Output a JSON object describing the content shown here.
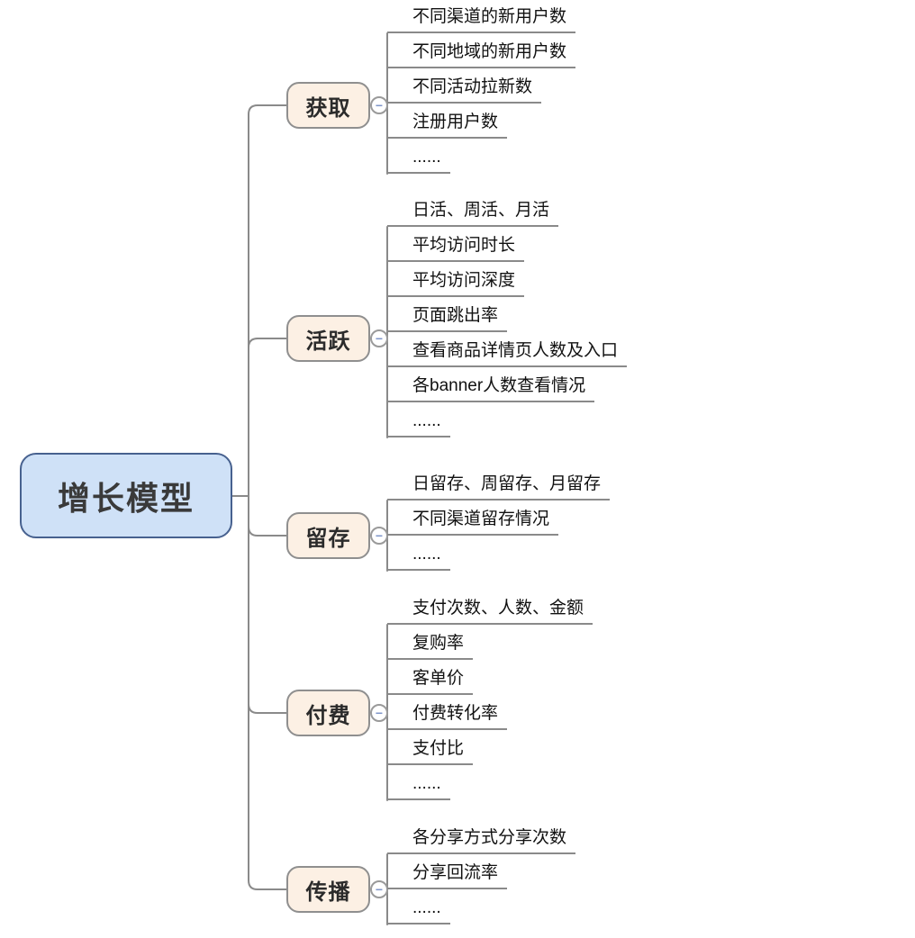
{
  "root": {
    "label": "增长模型"
  },
  "branches": [
    {
      "label": "获取",
      "children": [
        "不同渠道的新用户数",
        "不同地域的新用户数",
        "不同活动拉新数",
        "注册用户数",
        "......"
      ]
    },
    {
      "label": "活跃",
      "children": [
        "日活、周活、月活",
        "平均访问时长",
        "平均访问深度",
        "页面跳出率",
        "查看商品详情页人数及入口",
        "各banner人数查看情况",
        "......"
      ]
    },
    {
      "label": "留存",
      "children": [
        "日留存、周留存、月留存",
        "不同渠道留存情况",
        "......"
      ]
    },
    {
      "label": "付费",
      "children": [
        "支付次数、人数、金额",
        "复购率",
        "客单价",
        "付费转化率",
        "支付比",
        "......"
      ]
    },
    {
      "label": "传播",
      "children": [
        "各分享方式分享次数",
        "分享回流率",
        "......"
      ]
    }
  ],
  "icons": {
    "collapse_glyph": "−",
    "collapse_icon_name": "minus-circle-icon"
  },
  "colors": {
    "root_fill": "#cfe1f7",
    "root_border": "#47618f",
    "branch_fill": "#fcf0e4",
    "branch_border": "#8f8f8f",
    "connector_line": "#8a8a8a",
    "collapse_minus": "#7f96c9"
  }
}
